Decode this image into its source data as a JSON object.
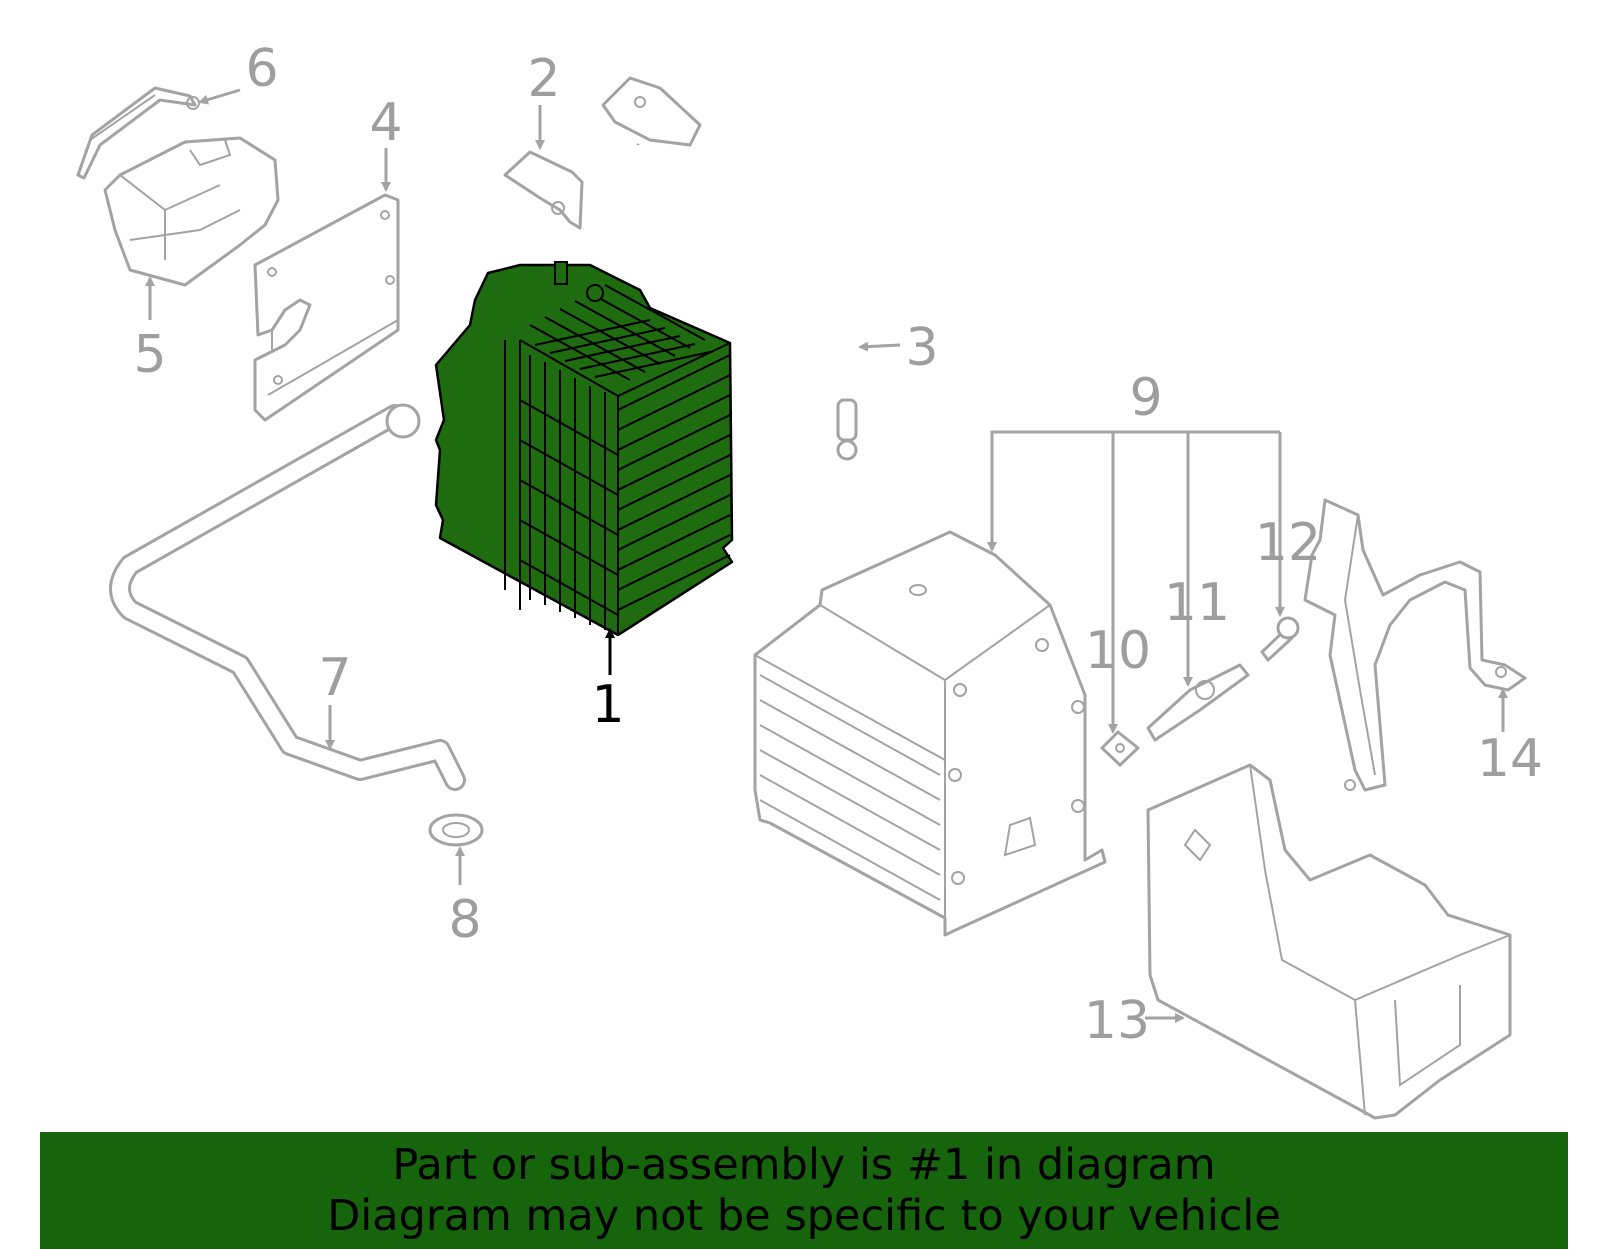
{
  "diagram": {
    "callouts": [
      "1",
      "2",
      "3",
      "4",
      "5",
      "6",
      "7",
      "8",
      "9",
      "10",
      "11",
      "12",
      "13",
      "14"
    ],
    "highlighted_part": "1"
  },
  "banner": {
    "line1": "Part or sub-assembly is #1 in diagram",
    "line2": "Diagram may not be specific to your vehicle"
  },
  "colors": {
    "highlight": "#1f6b0f",
    "banner": "#16640c",
    "line": "#a3a3a3"
  }
}
